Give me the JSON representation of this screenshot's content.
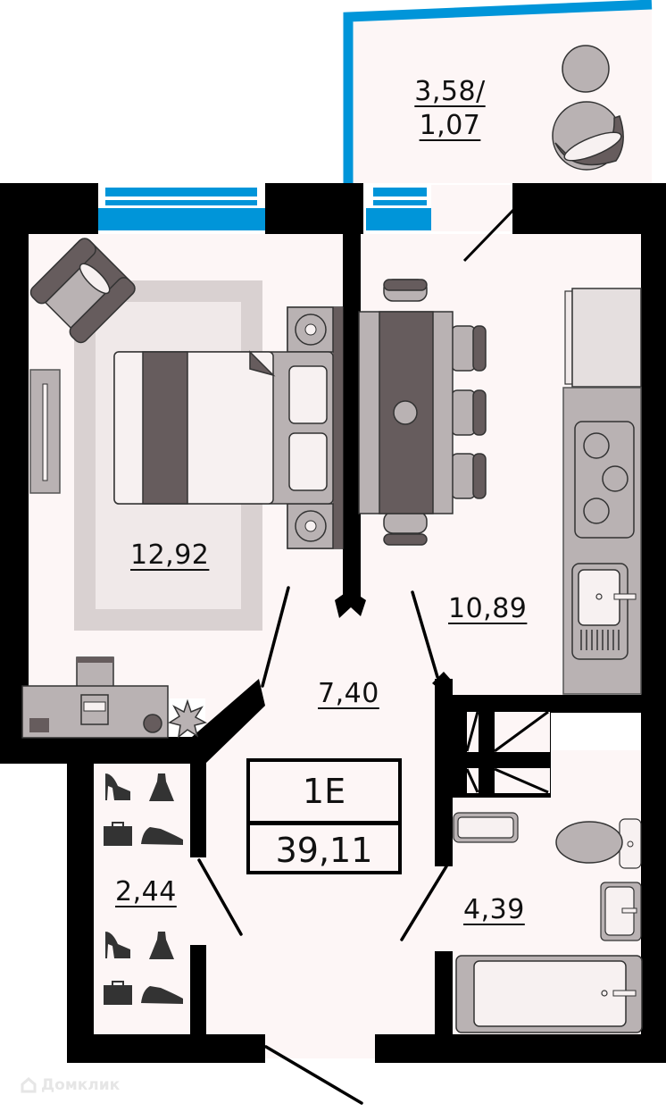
{
  "floor_plan": {
    "apartment": {
      "code": "1E",
      "total_area": "39,11"
    },
    "rooms": [
      {
        "id": "balcony",
        "name": "balcony",
        "area_label_line1": "3,58/",
        "area_label_line2": "1,07"
      },
      {
        "id": "bedroom",
        "name": "living-room",
        "area_label": "12,92"
      },
      {
        "id": "kitchen",
        "name": "kitchen",
        "area_label": "10,89"
      },
      {
        "id": "hallway",
        "name": "hallway",
        "area_label": "7,40"
      },
      {
        "id": "wardrobe",
        "name": "wardrobe",
        "area_label": "2,44"
      },
      {
        "id": "bathroom",
        "name": "bathroom",
        "area_label": "4,39"
      }
    ],
    "colors": {
      "wall": "#000000",
      "floor": "#fdf6f6",
      "window": "#0095d9",
      "furniture_light": "#b9b2b3",
      "furniture_dark": "#665c5d",
      "rug": "#d9d1d1"
    },
    "watermark": "Домклик"
  }
}
